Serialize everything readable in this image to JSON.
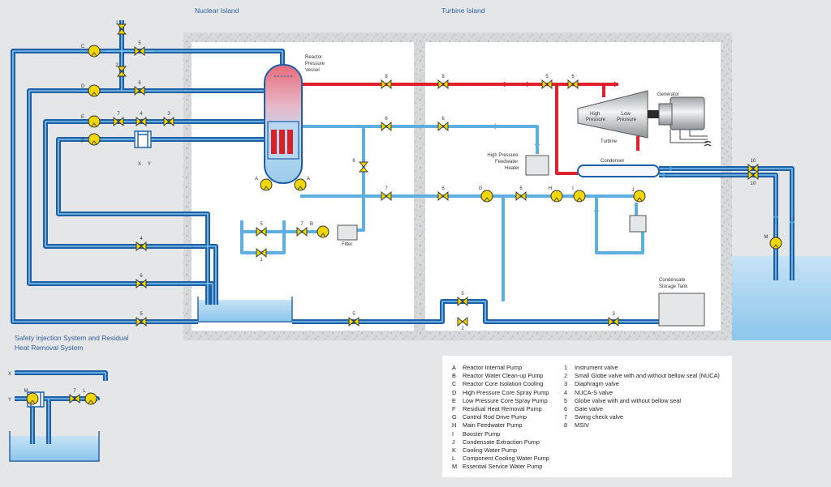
{
  "labels": {
    "nuclear_island": "Nuclear Island",
    "turbine_island": "Turbine Island",
    "reactor_pressure_vessel": [
      "Reactor",
      "Pressure",
      "Vessel"
    ],
    "generator": "Generator",
    "high_pressure": [
      "High",
      "Pressure"
    ],
    "low_pressure": [
      "Low",
      "Pressure"
    ],
    "turbine": "Turbine",
    "condenser": "Condenser",
    "hp_feedwater_heater": [
      "High Pressure",
      "Feedwater",
      "Heater"
    ],
    "filter": "Filter",
    "condensate_storage_tank": [
      "Condensate",
      "Storage Tank"
    ],
    "safety_injection": [
      "Safety injection System and Residual",
      "Heat Removal System"
    ],
    "x": "X",
    "y": "Y"
  },
  "tags": {
    "pumps": [
      "C",
      "D",
      "E",
      "F",
      "A",
      "A",
      "B",
      "G",
      "H",
      "I",
      "J",
      "M",
      "L",
      "M"
    ],
    "valves": [
      "1",
      "5",
      "2",
      "6",
      "7",
      "4",
      "3",
      "7",
      "5",
      "1",
      "8",
      "8",
      "5",
      "6",
      "6",
      "6",
      "6",
      "6",
      "7",
      "6",
      "4",
      "6",
      "5",
      "5",
      "2",
      "5",
      "3",
      "10",
      "10",
      "7"
    ]
  },
  "legend": {
    "pumps": [
      {
        "key": "A",
        "text": "Reactor Internal Pump"
      },
      {
        "key": "B",
        "text": "Reactor Water Clean-up Pump"
      },
      {
        "key": "C",
        "text": "Reactor Core Isolation Cooling"
      },
      {
        "key": "D",
        "text": "High Pressure Core Spray Pump"
      },
      {
        "key": "E",
        "text": "Low Pressure Core Spray Pump"
      },
      {
        "key": "F",
        "text": "Residual Heat Removal Pump"
      },
      {
        "key": "G",
        "text": "Control Rod Drive Pump"
      },
      {
        "key": "H",
        "text": "Main Feedwater Pump"
      },
      {
        "key": "I",
        "text": "Booster Pump"
      },
      {
        "key": "J",
        "text": "Condensate Extraction Pump"
      },
      {
        "key": "K",
        "text": "Cooling Water Pump"
      },
      {
        "key": "L",
        "text": "Component Cooling Water Pump"
      },
      {
        "key": "M",
        "text": "Essential Service Water Pump"
      }
    ],
    "valves": [
      {
        "key": "1",
        "text": "Instrument valve"
      },
      {
        "key": "2",
        "text": "Small Globe valve with and without bellow seal (NUCA)"
      },
      {
        "key": "3",
        "text": "Diaphragm valve"
      },
      {
        "key": "4",
        "text": "NUCA-S valve"
      },
      {
        "key": "5",
        "text": "Globe valve with and without bellow seal"
      },
      {
        "key": "6",
        "text": "Gate valve"
      },
      {
        "key": "7",
        "text": "Swing check valve"
      },
      {
        "key": "8",
        "text": "MSIV"
      }
    ]
  },
  "colors": {
    "background": "#e4e6e8",
    "concrete": "#d9dadb",
    "pipe_dark": "#1f5fa8",
    "pipe_light": "#7cc0e8",
    "steam": "#e0202a",
    "valve": "#f2d600",
    "water": "#a8d4f0"
  }
}
